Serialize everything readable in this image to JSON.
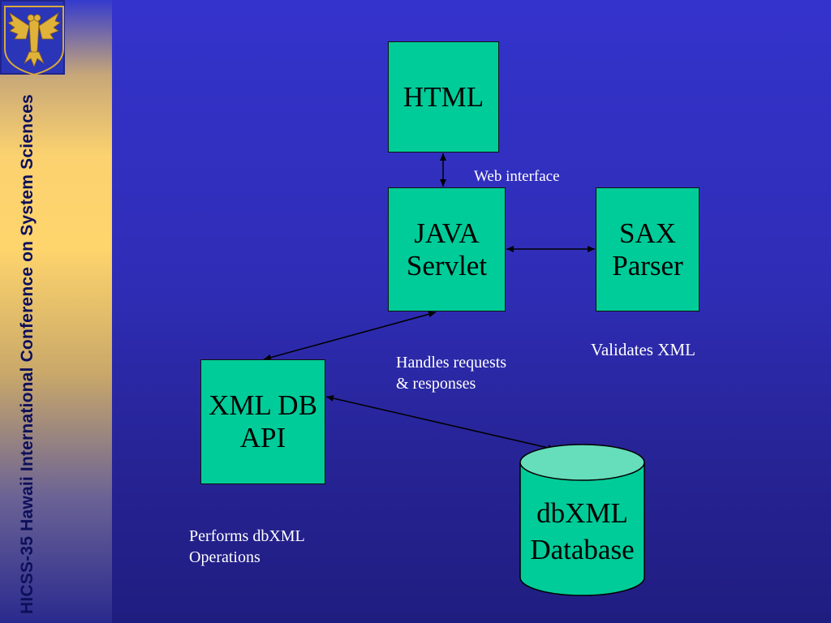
{
  "sidebar": {
    "title": "HICSS-35 Hawaii International Conference on System Sciences",
    "logo_icon": "eagle-crest-icon"
  },
  "nodes": {
    "html": "HTML",
    "servlet": "JAVA\nServlet",
    "sax": "SAX\nParser",
    "xmldb": "XML DB\nAPI",
    "database": "dbXML\nDatabase"
  },
  "notes": {
    "web_interface": "Web interface",
    "handles": "Handles requests\n& responses",
    "validates": "Validates XML",
    "performs": "Performs dbXML\nOperations"
  },
  "colors": {
    "node_fill": "#00cc99",
    "cylinder_top": "#66ddbb",
    "background": "#3433cc"
  }
}
